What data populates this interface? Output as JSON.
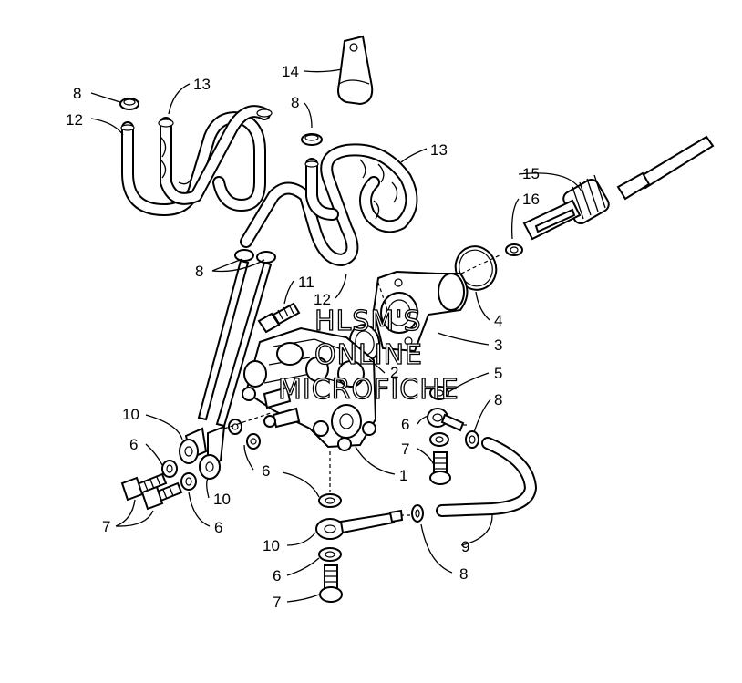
{
  "watermark": {
    "line1": "HLSM'S",
    "line2": "ONLINE",
    "line3": "MICROFICHE"
  },
  "callouts": {
    "c1": "1",
    "c2": "2",
    "c3": "3",
    "c4": "4",
    "c5": "5",
    "c6a": "6",
    "c6b": "6",
    "c6c": "6",
    "c6d": "6",
    "c6e": "6",
    "c7a": "7",
    "c7b": "7",
    "c7c": "7",
    "c8a": "8",
    "c8b": "8",
    "c8c": "8",
    "c8d": "8",
    "c8e": "8",
    "c9": "9",
    "c10a": "10",
    "c10b": "10",
    "c10c": "10",
    "c11": "11",
    "c12a": "12",
    "c12b": "12",
    "c13a": "13",
    "c13b": "13",
    "c14": "14",
    "c15": "15",
    "c16": "16"
  }
}
